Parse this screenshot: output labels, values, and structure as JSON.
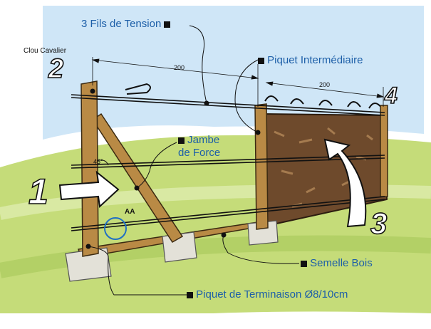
{
  "labels": {
    "tension_wires": "3 Fils de Tension",
    "rider_nail": "Clou Cavalier",
    "intermediate_post": "Piquet Intermédiaire",
    "brace_line1": "Jambe",
    "brace_line2": "de Force",
    "wood_sole": "Semelle Bois",
    "end_post": "Piquet de Terminaison Ø8/10cm",
    "angle": "45°",
    "detail": "AA"
  },
  "dimensions": {
    "span_left": "200",
    "span_right": "200"
  },
  "steps": [
    "1",
    "2",
    "3",
    "4"
  ],
  "colors": {
    "sky": "#cfe6f7",
    "ground": "#c5dc79",
    "wood": "#b98a45",
    "soil": "#6e4a2c",
    "label_blue": "#1d5fa8",
    "detail_circle": "#1f6fc4"
  }
}
